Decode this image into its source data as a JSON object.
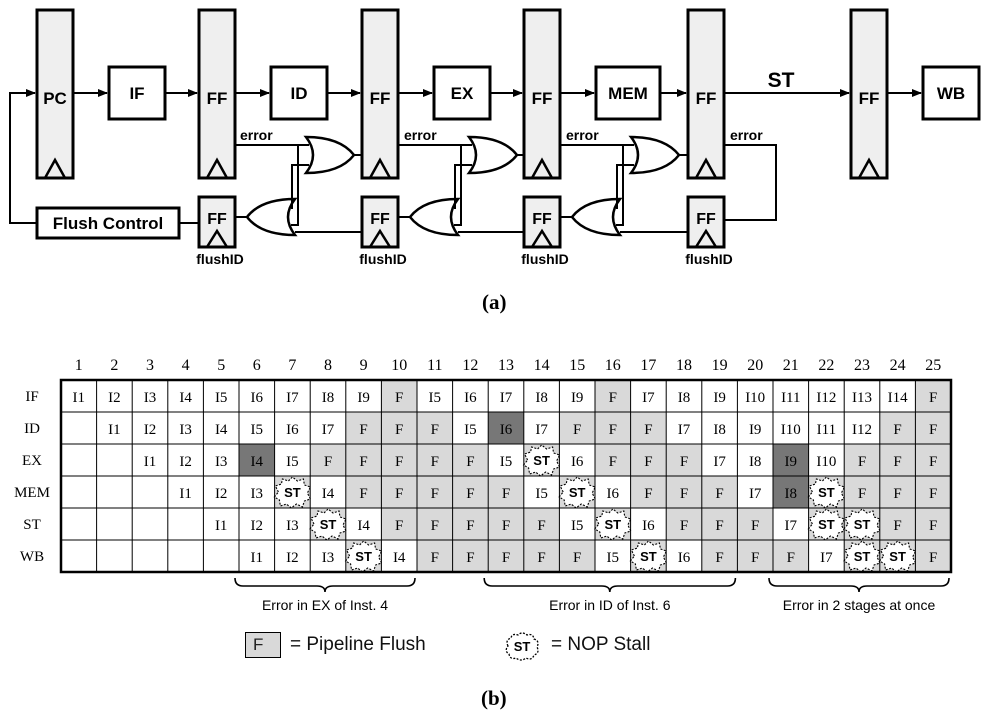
{
  "part_a": {
    "caption": "(a)",
    "blocks": {
      "pc": "PC",
      "if": "IF",
      "id": "ID",
      "ex": "EX",
      "mem": "MEM",
      "wb": "WB",
      "ff": "FF",
      "st": "ST",
      "flush_control": "Flush Control"
    },
    "labels": {
      "error": "error",
      "flush_id": "flushID"
    }
  },
  "part_b": {
    "caption": "(b)",
    "cycles": [
      "1",
      "2",
      "3",
      "4",
      "5",
      "6",
      "7",
      "8",
      "9",
      "10",
      "11",
      "12",
      "13",
      "14",
      "15",
      "16",
      "17",
      "18",
      "19",
      "20",
      "21",
      "22",
      "23",
      "24",
      "25"
    ],
    "stages": [
      "IF",
      "ID",
      "EX",
      "MEM",
      "ST",
      "WB"
    ],
    "rows": [
      [
        "I1",
        "I2",
        "I3",
        "I4",
        "I5",
        "I6",
        "I7",
        "I8",
        "I9",
        "F",
        "I5",
        "I6",
        "I7",
        "I8",
        "I9",
        "F",
        "I7",
        "I8",
        "I9",
        "I10",
        "I11",
        "I12",
        "I13",
        "I14",
        "F"
      ],
      [
        "",
        "I1",
        "I2",
        "I3",
        "I4",
        "I5",
        "I6",
        "I7",
        "F",
        "F",
        "F",
        "I5",
        "I6",
        "I7",
        "F",
        "F",
        "F",
        "I7",
        "I8",
        "I9",
        "I10",
        "I11",
        "I12",
        "F",
        "F"
      ],
      [
        "",
        "",
        "I1",
        "I2",
        "I3",
        "I4",
        "I5",
        "F",
        "F",
        "F",
        "F",
        "F",
        "I5",
        "ST",
        "I6",
        "F",
        "F",
        "F",
        "I7",
        "I8",
        "I9",
        "I10",
        "F",
        "F",
        "F"
      ],
      [
        "",
        "",
        "",
        "I1",
        "I2",
        "I3",
        "ST",
        "I4",
        "F",
        "F",
        "F",
        "F",
        "F",
        "I5",
        "ST",
        "I6",
        "F",
        "F",
        "F",
        "I7",
        "I8",
        "ST",
        "F",
        "F",
        "F"
      ],
      [
        "",
        "",
        "",
        "",
        "I1",
        "I2",
        "I3",
        "ST",
        "I4",
        "F",
        "F",
        "F",
        "F",
        "F",
        "I5",
        "ST",
        "I6",
        "F",
        "F",
        "F",
        "I7",
        "ST",
        "ST",
        "F",
        "F"
      ],
      [
        "",
        "",
        "",
        "",
        "",
        "I1",
        "I2",
        "I3",
        "ST",
        "I4",
        "F",
        "F",
        "F",
        "F",
        "F",
        "I5",
        "ST",
        "I6",
        "F",
        "F",
        "F",
        "I7",
        "ST",
        "ST",
        "F"
      ]
    ],
    "error_cells": [
      [
        2,
        5
      ],
      [
        1,
        12
      ],
      [
        2,
        20
      ],
      [
        3,
        20
      ]
    ],
    "annotations": [
      "Error in EX of Inst. 4",
      "Error in ID of Inst. 6",
      "Error in 2 stages at once"
    ],
    "legend": {
      "flush_symbol": "F",
      "flush_label": "= Pipeline Flush",
      "stall_symbol": "ST",
      "stall_label": "= NOP Stall"
    },
    "colors": {
      "flush_fill": "#d9d9d9",
      "error_fill": "#777777",
      "grid": "#000000"
    }
  }
}
